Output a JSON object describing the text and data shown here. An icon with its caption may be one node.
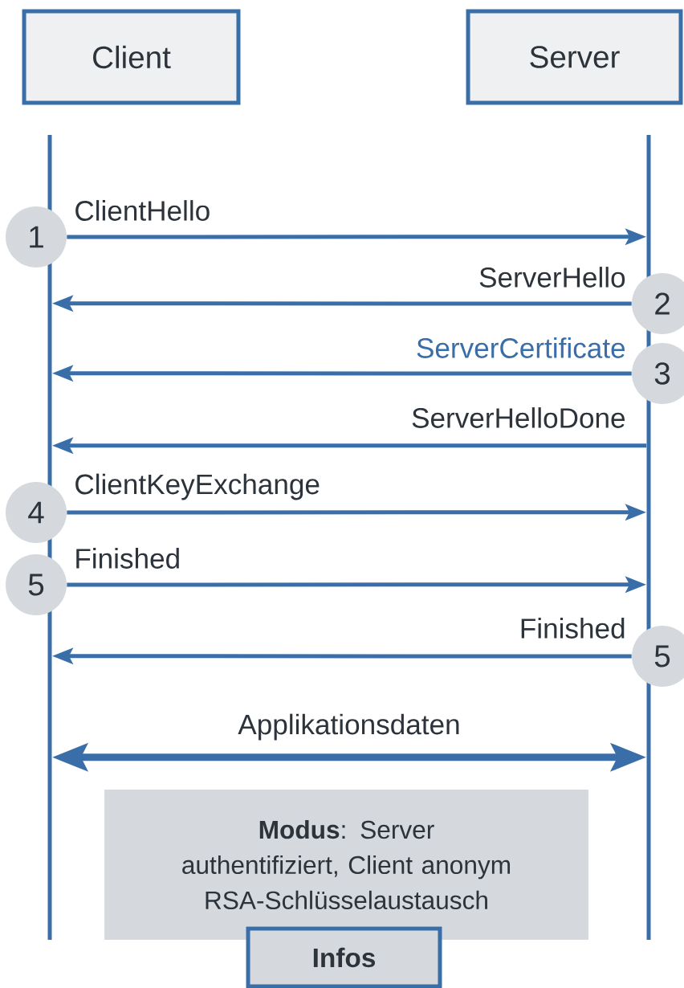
{
  "diagram": {
    "nodes": [
      {
        "text": [
          "Client"
        ]
      },
      {
        "text": [
          "Server"
        ]
      },
      {
        "text": [],
        "shape": "bar"
      },
      {
        "text": [],
        "shape": "bar"
      },
      {
        "text": [
          "1"
        ]
      },
      {
        "text": [
          "2"
        ]
      },
      {
        "text": [
          "3"
        ]
      },
      {
        "text": [
          "4"
        ]
      },
      {
        "text": [
          "5"
        ]
      },
      {
        "text": [
          "5"
        ]
      },
      {
        "text": [
          "**Modus**: Server authentifiziert, Client anonym",
          "RSA-Schlüsselaustausch"
        ]
      },
      {
        "text": [
          "Infos"
        ]
      }
    ],
    "edges": [
      {
        "from": 4,
        "to": 3,
        "arrow": "to",
        "label": "ClientHello"
      },
      {
        "from": 5,
        "to": 2,
        "arrow": "to",
        "label": "ServerHello"
      },
      {
        "from": 6,
        "to": 2,
        "arrow": "to",
        "label": "ServerCertificate"
      },
      {
        "from": 3,
        "to": 2,
        "arrow": "to",
        "label": "ServerHelloDone"
      },
      {
        "from": 7,
        "to": 3,
        "arrow": "to",
        "label": "ClientKeyExchange"
      },
      {
        "from": 8,
        "to": 3,
        "arrow": "to",
        "label": "Finished"
      },
      {
        "from": 9,
        "to": 2,
        "arrow": "to",
        "label": "Finished"
      },
      {
        "from": 2,
        "to": 3,
        "arrow": "both",
        "label": "Applikationsdaten",
        "style": "thick"
      }
    ]
  }
}
